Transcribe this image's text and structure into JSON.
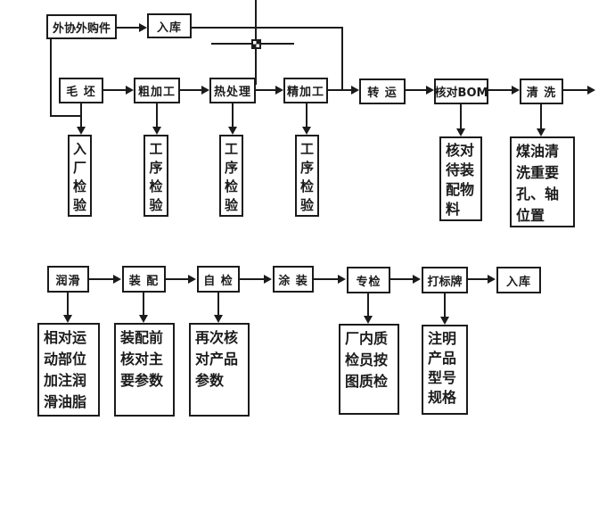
{
  "colors": {
    "line": "#1b1b1b",
    "background": "#ffffff"
  },
  "cursor": {
    "icon": "crosshair-cursor"
  },
  "flow1": {
    "source": "外协外购件",
    "inbound_storage": "入库",
    "steps": [
      "毛 坯",
      "粗加工",
      "热处理",
      "精加工",
      "转 运",
      "核对BOM",
      "清 洗"
    ],
    "details": [
      [
        "入",
        "厂",
        "检",
        "验"
      ],
      [
        "工",
        "序",
        "检",
        "验"
      ],
      [
        "工",
        "序",
        "检",
        "验"
      ],
      [
        "工",
        "序",
        "检",
        "验"
      ],
      [
        "核对",
        "待装",
        "配物",
        "料"
      ],
      [
        "煤油清",
        "洗重要",
        "孔、轴",
        "位置"
      ]
    ]
  },
  "flow2": {
    "steps": [
      "润滑",
      "装 配",
      "自 检",
      "涂 装",
      "专检",
      "打标牌",
      "入库"
    ],
    "details": [
      [
        "相对运",
        "动部位",
        "加注润",
        "滑油脂"
      ],
      [
        "装配前",
        "核对主",
        "要参数"
      ],
      [
        "再次核",
        "对产品",
        "参数"
      ],
      [
        "厂内质",
        "检员按",
        "图质检"
      ],
      [
        "注明",
        "产品",
        "型号",
        "规格"
      ]
    ]
  }
}
